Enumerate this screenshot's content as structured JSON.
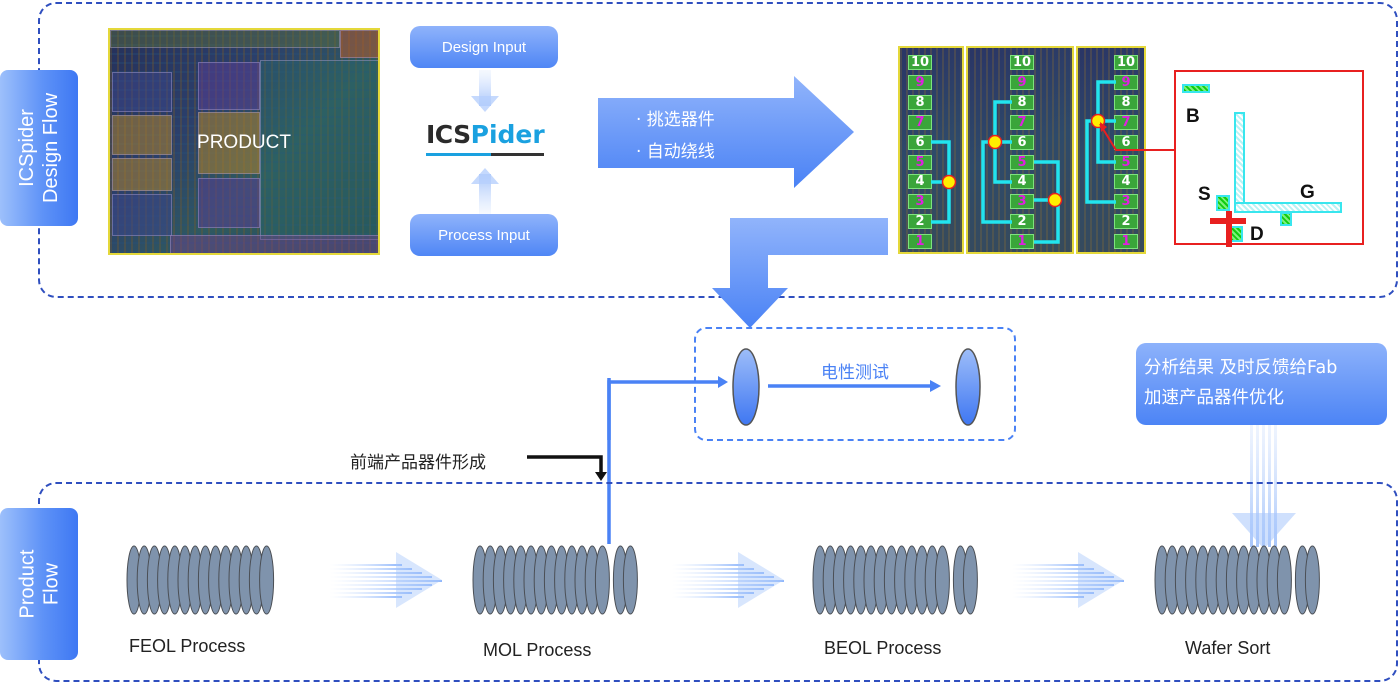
{
  "design_flow": {
    "side_label_line1": "ICSpider",
    "side_label_line2": "Design Flow",
    "product_label": "PRODUCT",
    "design_input": "Design Input",
    "process_input": "Process Input",
    "logo_ics": "ICS",
    "logo_pider": "Pider",
    "arrow_items": [
      "· 挑选器件",
      "· 自动绕线"
    ],
    "pin_panels": [
      {
        "pins": [
          "10",
          "9",
          "8",
          "7",
          "6",
          "5",
          "4",
          "3",
          "2",
          "1"
        ],
        "connections": [
          [
            "6",
            "4",
            "2"
          ]
        ]
      },
      {
        "pins": [
          "10",
          "9",
          "8",
          "7",
          "6",
          "5",
          "4",
          "3",
          "2",
          "1"
        ],
        "connections": [
          [
            "8",
            "6",
            "4",
            "2"
          ],
          [
            "5",
            "3",
            "1"
          ]
        ]
      },
      {
        "pins": [
          "10",
          "9",
          "8",
          "7",
          "6",
          "5",
          "4",
          "3",
          "2",
          "1"
        ],
        "connections": [
          [
            "9",
            "7",
            "5",
            "3"
          ]
        ]
      }
    ],
    "transistor_labels": {
      "bulk": "B",
      "source": "S",
      "gate": "G",
      "drain": "D"
    }
  },
  "test_step": {
    "label": "电性测试"
  },
  "product_flow": {
    "side_label_line1": "Product",
    "side_label_line2": "Flow",
    "front_end_note": "前端产品器件形成",
    "stages": [
      {
        "label": "FEOL Process",
        "wafers_main": 14,
        "wafers_extra": 0
      },
      {
        "label": "MOL Process",
        "wafers_main": 13,
        "wafers_extra": 2
      },
      {
        "label": "BEOL Process",
        "wafers_main": 13,
        "wafers_extra": 2
      },
      {
        "label": "Wafer Sort",
        "wafers_main": 13,
        "wafers_extra": 2
      }
    ],
    "feedback_line1": "分析结果 及时反馈给Fab",
    "feedback_line2": "加速产品器件优化"
  },
  "colors": {
    "accent_blue": "#4a82f5",
    "dash_blue": "#2f4fbf",
    "wafer_gray": "#7f93ac",
    "highlight_red": "#e82020",
    "wire_cyan": "#22e4ee",
    "node_yellow": "#ffee00"
  }
}
